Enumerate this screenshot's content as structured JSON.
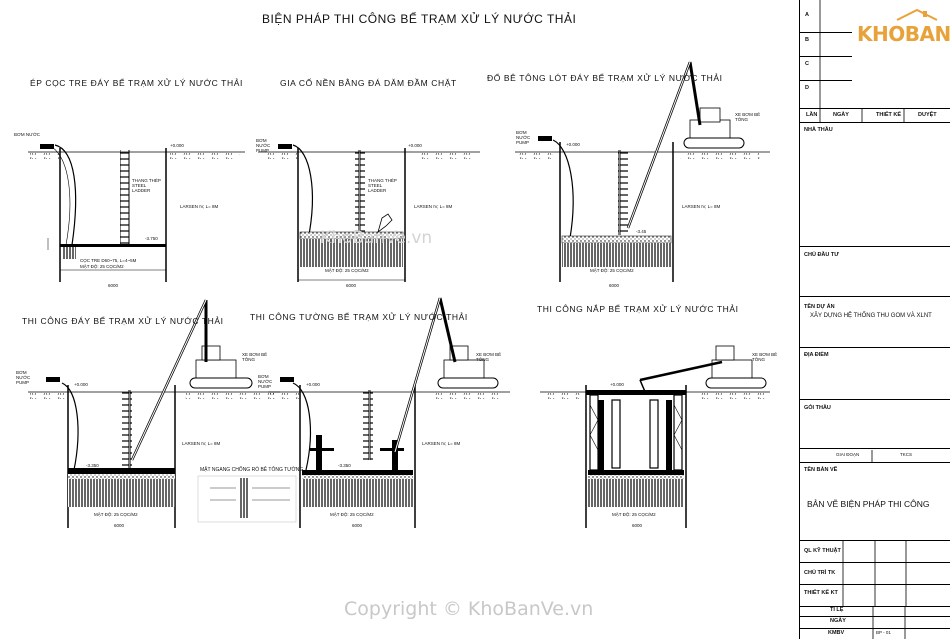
{
  "main_title": "BIỆN PHÁP THI CÔNG BỂ TRẠM XỬ LÝ NƯỚC THẢI",
  "panels": [
    {
      "title": "ÉP CỌC TRE ĐÁY BỂ TRẠM XỬ LÝ NƯỚC THẢI",
      "pump": "BƠM NƯỚC",
      "ladder": "THANG THÉP STEEL LADDER",
      "sheet": "LARSEN IV, L= 8M",
      "level_top": "+0.000",
      "level_bottom": "-3.750",
      "pile": "CỌC TRE D60~75, L=4~5M",
      "density": "MẬT ĐỘ: 25 CỌC/M2",
      "width": "6000"
    },
    {
      "title": "GIA CỐ NỀN BẰNG ĐÁ DĂM ĐẦM CHẶT",
      "pump": "BƠM NƯỚC PUMP",
      "ladder": "THANG THÉP STEEL LADDER",
      "sheet": "LARSEN IV, L= 8M",
      "level_top": "+0.000",
      "density": "MẬT ĐỘ: 25 CỌC/M2",
      "width": "6000"
    },
    {
      "title": "ĐỔ BÊ TÔNG LÓT ĐÁY BỂ TRẠM XỬ LÝ NƯỚC THẢI",
      "pump": "BƠM NƯỚC PUMP",
      "truck": "XE BƠM BÊ TÔNG",
      "sheet": "LARSEN IV, L= 8M",
      "level_top": "+0.000",
      "level_bottom": "-3.45",
      "density": "MẬT ĐỘ: 25 CỌC/M2",
      "width": "6000"
    },
    {
      "title": "THI CÔNG ĐÁY BỂ TRẠM XỬ LÝ NƯỚC THẢI",
      "pump": "BƠM NƯỚC PUMP",
      "truck": "XE BƠM BÊ TÔNG",
      "sheet": "LARSEN IV, L= 8M",
      "level_top": "+0.000",
      "level_bottom": "-3.350",
      "density": "MẬT ĐỘ: 25 CỌC/M2",
      "width": "6000"
    },
    {
      "title": "THI CÔNG TƯỜNG BỂ TRẠM XỬ LÝ NƯỚC THẢI",
      "pump": "BƠM NƯỚC PUMP",
      "truck": "XE BƠM BÊ TÔNG",
      "sheet": "LARSEN IV, L= 8M",
      "level_top": "+0.000",
      "level_bottom": "-3.350",
      "density": "MẬT ĐỘ: 25 CỌC/M2",
      "width": "6000"
    },
    {
      "title": "THI CÔNG NẮP BỂ TRẠM XỬ LÝ NƯỚC THẢI",
      "truck": "XE BƠM BÊ TÔNG",
      "level_top": "+0.000",
      "density": "MẬT ĐỘ: 25 CỌC/M2",
      "width": "6000"
    }
  ],
  "detail_title": "MẶT NGANG CHỐNG RÒ BÊ TÔNG TƯỜNG",
  "watermark_mid": "KhoBanVe.vn",
  "watermark_bottom": "Copyright © KhoBanVe.vn",
  "logo_text": "KHOBANVE",
  "title_block": {
    "rev_letters": [
      "A",
      "B",
      "C",
      "D"
    ],
    "rev_headers": [
      "LẦN",
      "NGÀY",
      "THIẾT KẾ",
      "DUYỆT"
    ],
    "contractor": "NHÀ THẦU",
    "investor": "CHỦ ĐẦU TƯ",
    "project_label": "TÊN DỰ ÁN",
    "project_name": "XÂY DỰNG HỆ THỐNG THU GOM VÀ XLNT",
    "location": "ĐỊA ĐIỂM",
    "package": "GÓI THẦU",
    "stage": "GIAI ĐOẠN",
    "stage_value": "TKCS",
    "drawing_label": "TÊN BẢN VẼ",
    "drawing_name": "BẢN VẼ BIỆN PHÁP THI CÔNG",
    "qa": "QL KỸ THUẬT",
    "chief": "CHỦ TRÌ TK",
    "designer": "THIẾT KẾ KT",
    "scale": "TỈ LỆ",
    "date": "NGÀY",
    "sheet_no_label": "KMBV",
    "sheet_no": "BP - 01"
  }
}
